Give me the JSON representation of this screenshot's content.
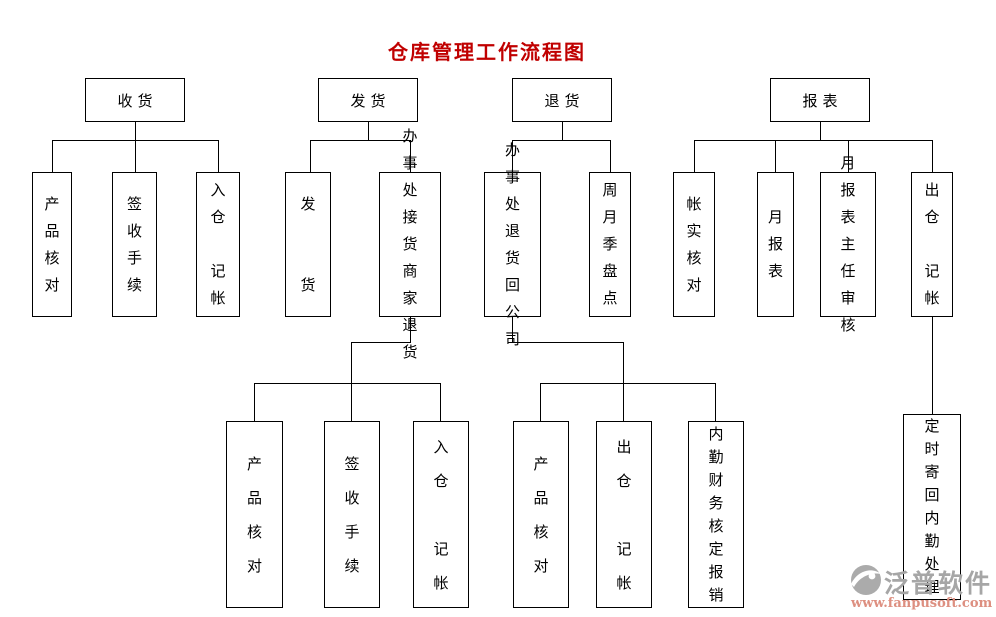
{
  "title": "仓库管理工作流程图",
  "colors": {
    "title": "#c00000",
    "line": "#000000",
    "watermark_text": "#a6a6a6",
    "watermark_link": "#dd8f80"
  },
  "nodes": {
    "receive": "收货",
    "ship": "发货",
    "return": "退货",
    "report": "报表",
    "receive_check": "产品核对",
    "receive_sign": "签收手续",
    "receive_book": "入仓　记帐",
    "ship_out": "发　　货",
    "ship_office": "办事处接货商家退货",
    "return_office": "办事处退货回公司",
    "return_count": "周月季盘点",
    "report_verify": "帐实核对",
    "report_monthly": "月报表",
    "report_review": "月报表主任审核",
    "report_book": "出仓　记帐",
    "ship_check": "产品核对",
    "ship_sign": "签收手续",
    "ship_book": "入仓　记帐",
    "return_check": "产品核对",
    "return_out": "出仓　记帐",
    "return_finance": "内勤财务核定报销",
    "report_mail": "定时寄回内勤处理"
  },
  "watermark": {
    "brand": "泛普软件",
    "url": "www.fanpusoft.com"
  }
}
